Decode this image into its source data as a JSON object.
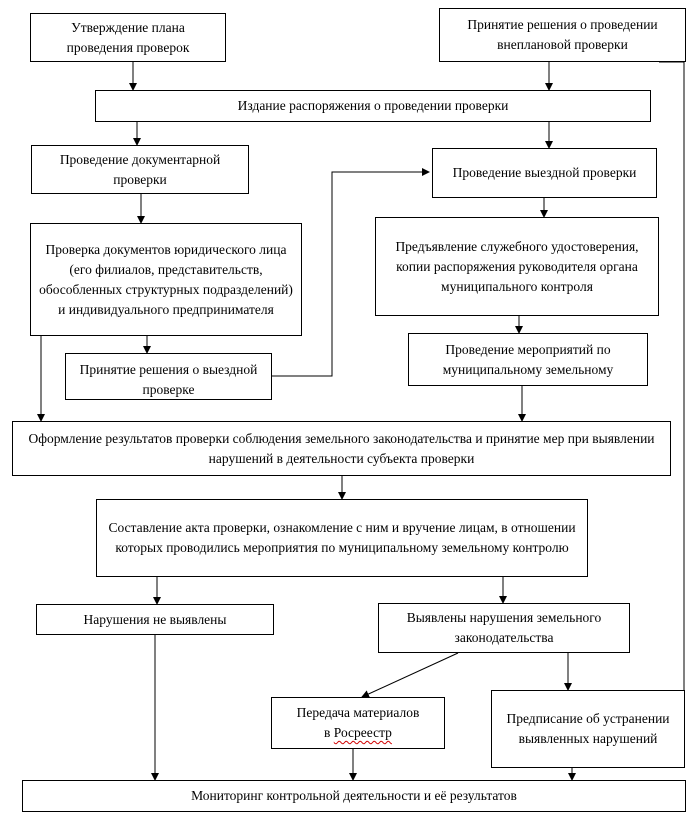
{
  "boxes": {
    "plan_approval": "Утверждение плана проведения проверок",
    "unscheduled_decision": "Принятие решения о проведении внеплановой проверки",
    "order_issue": "Издание распоряжения о проведении проверки",
    "documentary_check": "Проведение документарной проверки",
    "onsite_check": "Проведение выездной проверки",
    "documents_review": "Проверка документов юридического лица (его филиалов, представительств, обособленных структурных подразделений)  и индивидуального предпринимателя",
    "present_credentials": "Предъявление служебного удостоверения, копии распоряжения руководителя органа муниципального контроля",
    "onsite_decision": "Принятие решения о выездной проверке",
    "control_measures": "Проведение мероприятий по муниципальному земельному",
    "results_registration": "Оформление результатов проверки соблюдения земельного законодательства и принятие мер при выявлении нарушений в деятельности субъекта проверки",
    "act_drafting": "Составление акта проверки, ознакомление с ним и вручение лицам, в отношении которых проводились мероприятия по муниципальному земельному контролю",
    "no_violations": "Нарушения не выявлены",
    "violations_found": "Выявлены нарушения земельного законодательства",
    "transfer_materials_1": "Передача материалов",
    "transfer_materials_2": "в",
    "transfer_materials_3": "Росреестр",
    "prescription": "Предписание об устранении  выявленных нарушений",
    "monitoring": "Мониторинг контрольной деятельности и её результатов"
  }
}
